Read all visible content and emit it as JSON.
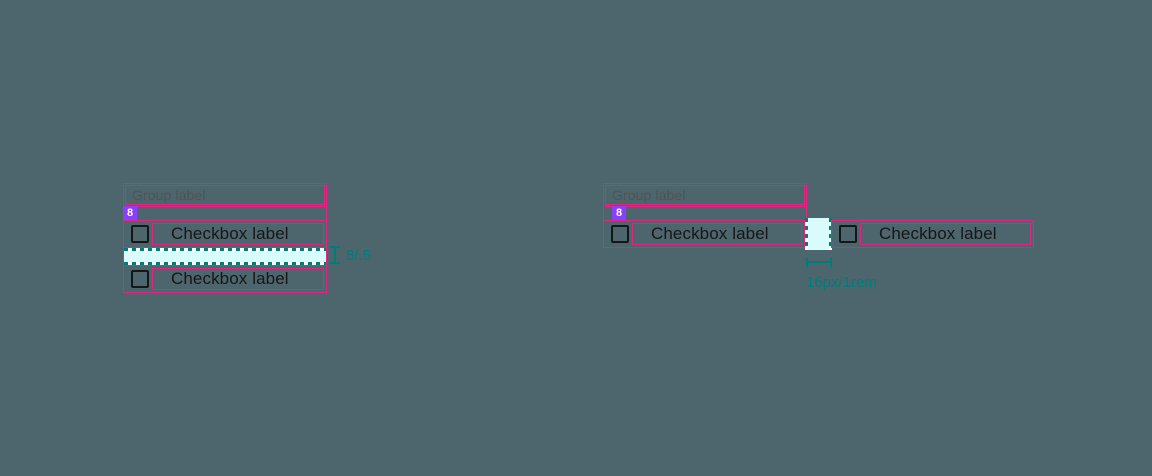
{
  "colors": {
    "background": "#4d666e",
    "annotation_magenta": "#dc267f",
    "spacing_fill_cyan": "#d9fbfb",
    "spacing_dash_teal": "#007d79",
    "spec_text_teal": "#007d79",
    "badge_purple": "#8a3ffc",
    "group_label_gray": "#525252",
    "component_black": "#161616"
  },
  "left_group": {
    "group_label": "Group label",
    "gap_badge": "8",
    "checkbox1_label": "Checkbox label",
    "checkbox2_label": "Checkbox label",
    "spacing_annotation": "8/.5"
  },
  "right_group": {
    "group_label": "Group label",
    "gap_badge": "8",
    "checkbox1_label": "Checkbox label",
    "checkbox2_label": "Checkbox label",
    "spacing_annotation": "16px/1rem"
  }
}
